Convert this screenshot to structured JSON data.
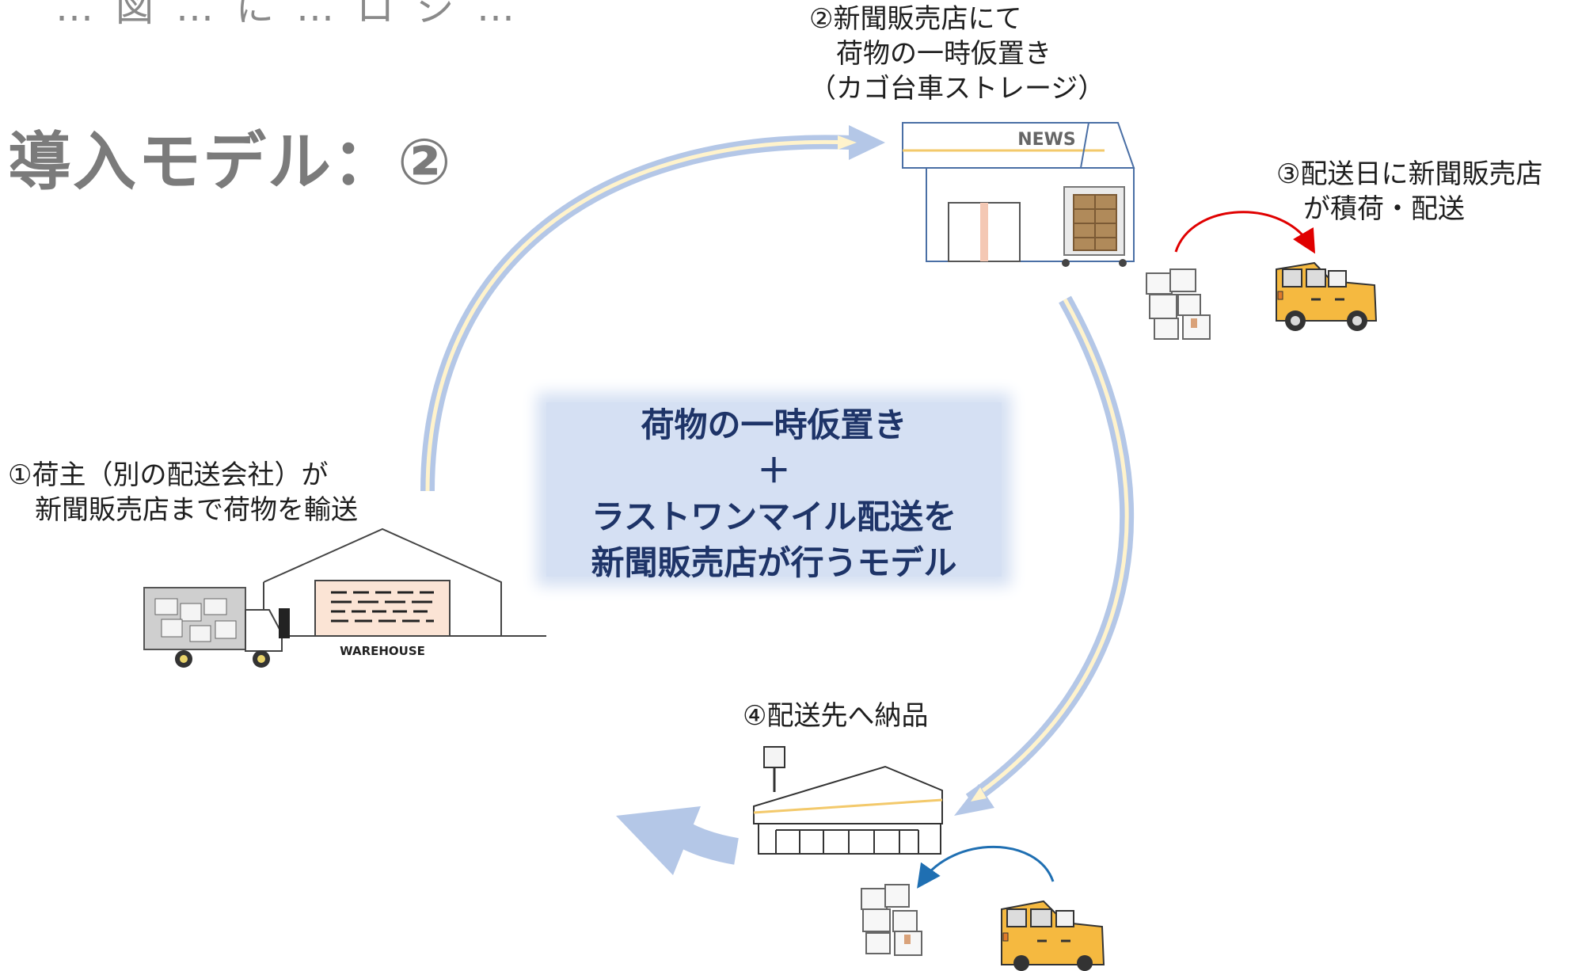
{
  "header_cutoff": "…図…に…ロジ…",
  "title": "導入モデル：②",
  "steps": {
    "step1": [
      "①荷主（別の配送会社）が",
      "　新聞販売店まで荷物を輸送"
    ],
    "step2": [
      "②新聞販売店にて",
      "　荷物の一時仮置き",
      "（カゴ台車ストレージ）"
    ],
    "step3": [
      "③配送日に新聞販売店",
      "　が積荷・配送"
    ],
    "step4": [
      "④配送先へ納品"
    ]
  },
  "center": {
    "line1": "荷物の一時仮置き",
    "plus": "＋",
    "line2": "ラストワンマイル配送を",
    "line3": "新聞販売店が行うモデル"
  },
  "store_sign": "NEWS",
  "warehouse_sign": "WAREHOUSE",
  "colors": {
    "arc_blue": "#b4c7e7",
    "arc_cream": "#fff3cc",
    "title_gray": "#7b7b7b",
    "center_bg": "#d5e0f3",
    "center_text": "#1e3468",
    "van_yellow": "#f5b940",
    "red_arrow": "#e00000",
    "blue_arrow": "#1f6fb2",
    "warehouse_door": "#fbe4d5"
  }
}
